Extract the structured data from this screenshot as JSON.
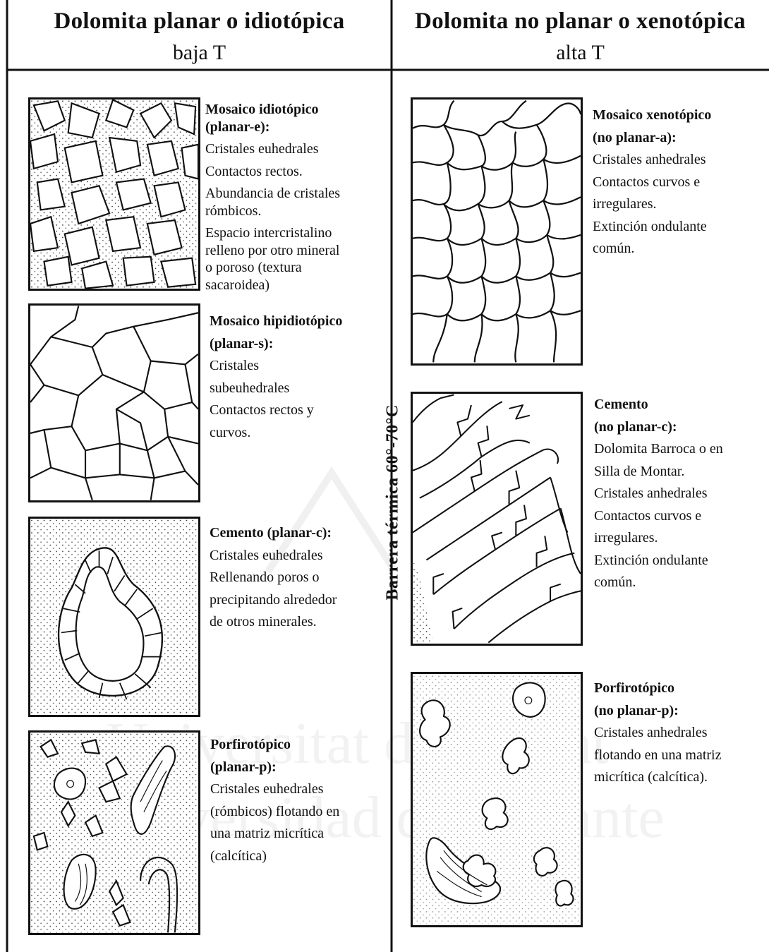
{
  "left_column": {
    "title": "Dolomita planar o idiotópica",
    "subtitle": "baja T",
    "items": [
      {
        "title_line1": "Mosaico idiotópico",
        "title_line2": "(planar-e):",
        "lines": [
          "Cristales euhedrales",
          "Contactos rectos.",
          "Abundancia de cristales",
          "rómbicos.",
          "Espacio intercristalino",
          "relleno por otro mineral",
          "o poroso (textura",
          "sacaroidea)"
        ]
      },
      {
        "title_line1": "Mosaico hipidiotópico",
        "title_line2": "(planar-s):",
        "lines": [
          "Cristales",
          "subeuhedrales",
          "Contactos rectos y",
          "curvos."
        ]
      },
      {
        "title_line1": "Cemento (planar-c):",
        "lines": [
          "Cristales euhedrales",
          "Rellenando poros o",
          "precipitando alrededor",
          "de otros minerales."
        ]
      },
      {
        "title_line1": "Porfirotópico",
        "title_line2": "(planar-p):",
        "lines": [
          "Cristales euhedrales",
          "(rómbicos) flotando en",
          "una matriz micrítica",
          "(calcítica)"
        ]
      }
    ]
  },
  "right_column": {
    "title": "Dolomita no planar o xenotópica",
    "subtitle": "alta T",
    "items": [
      {
        "title_line1": "Mosaico xenotópico",
        "title_line2": "(no planar-a):",
        "lines": [
          "Cristales anhedrales",
          "Contactos curvos e",
          "irregulares.",
          "Extinción ondulante",
          "común."
        ]
      },
      {
        "title_line1": "Cemento",
        "title_line2": "(no planar-c):",
        "lines": [
          "Dolomita Barroca o en",
          "Silla de Montar.",
          "Cristales anhedrales",
          "Contactos curvos e",
          "irregulares.",
          "Extinción ondulante",
          "común."
        ]
      },
      {
        "title_line1": "Porfirotópico",
        "title_line2": "(no planar-p):",
        "lines": [
          "Cristales anhedrales",
          "flotando en una matriz",
          "micrítica (calcítica)."
        ]
      }
    ]
  },
  "barrier_label": "Barrera térmica 60°-70°C",
  "watermark": {
    "line1": "Universitat d'Alacant",
    "line2": "Universidad de Alicante"
  }
}
